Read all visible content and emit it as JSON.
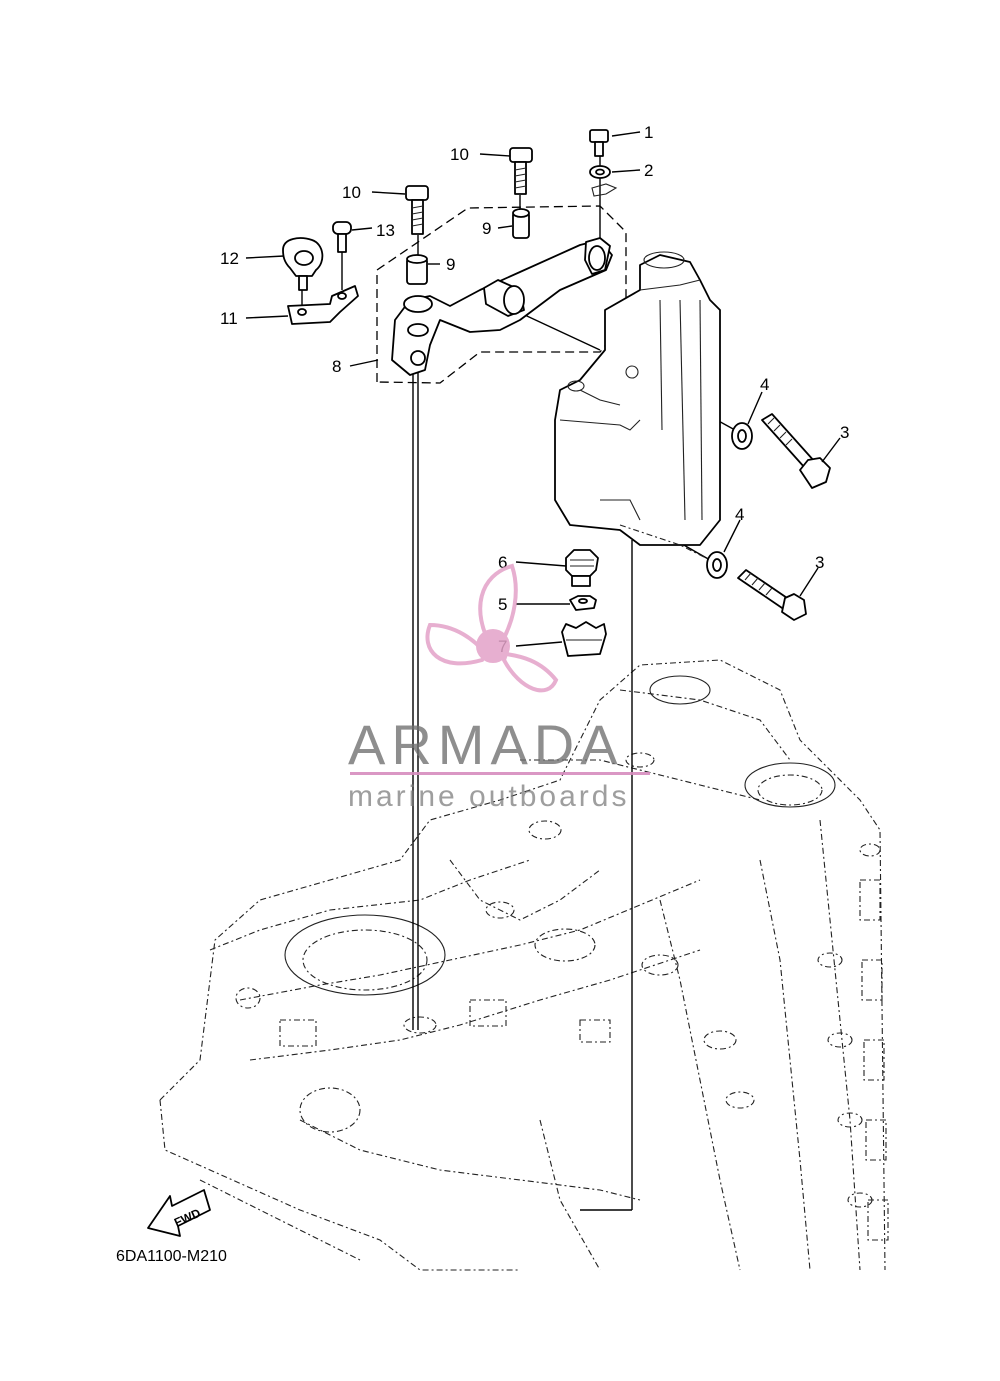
{
  "diagram": {
    "code": "6DA1100-M210",
    "fwd_label": "FWD",
    "callouts": [
      "1",
      "2",
      "3",
      "3",
      "4",
      "4",
      "5",
      "6",
      "7",
      "8",
      "9",
      "9",
      "10",
      "10",
      "11",
      "12",
      "13"
    ]
  },
  "watermark": {
    "title": "ARMADA",
    "subtitle": "marine outboards",
    "accent_color": "#e3a2c8"
  }
}
